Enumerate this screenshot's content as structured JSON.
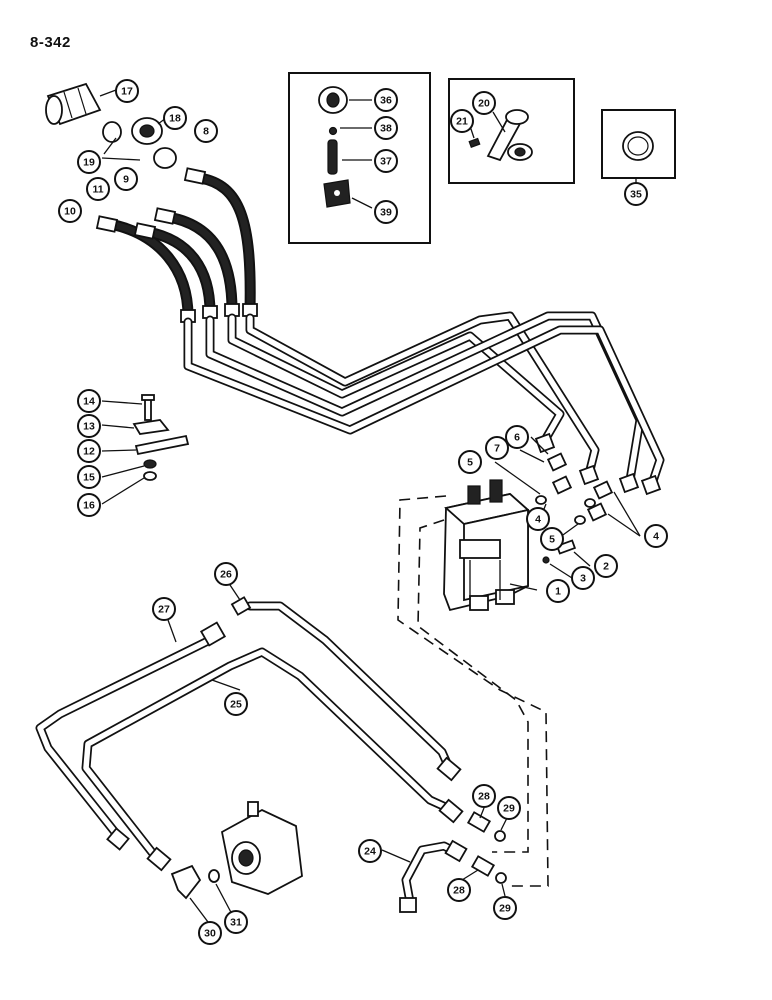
{
  "page": {
    "number": "8-342"
  },
  "callouts": [
    "1",
    "2",
    "3",
    "4",
    "4",
    "5",
    "5",
    "6",
    "7",
    "8",
    "9",
    "10",
    "11",
    "12",
    "13",
    "14",
    "15",
    "16",
    "17",
    "18",
    "19",
    "20",
    "21",
    "24",
    "25",
    "26",
    "27",
    "28",
    "28",
    "29",
    "29",
    "30",
    "31",
    "35",
    "36",
    "37",
    "38",
    "39"
  ]
}
